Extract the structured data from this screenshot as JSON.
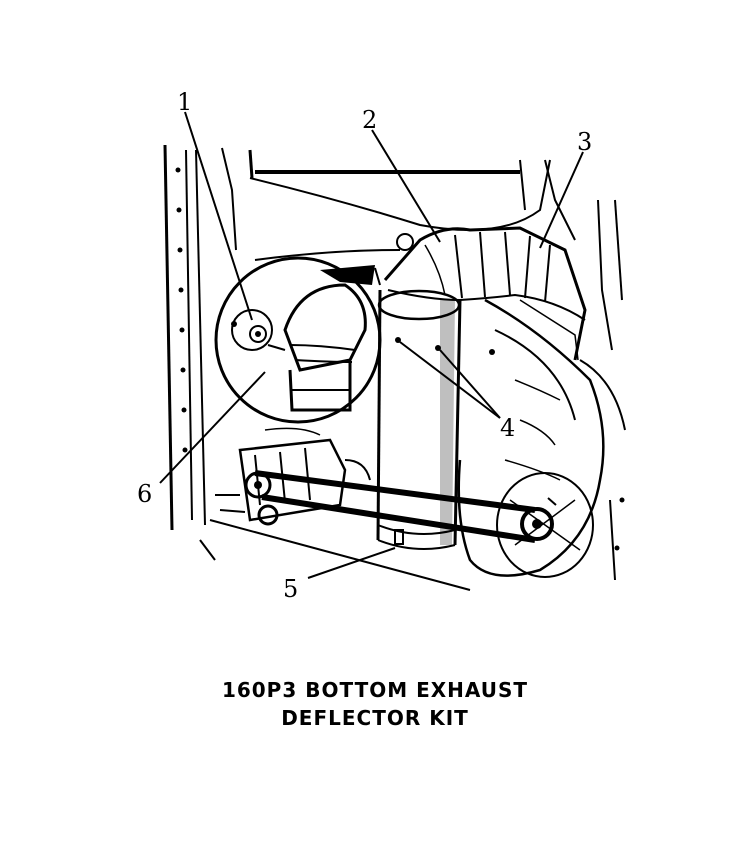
{
  "callouts": {
    "c1": "1",
    "c2": "2",
    "c3": "3",
    "c4": "4",
    "c5": "5",
    "c6": "6"
  },
  "caption": {
    "line1": "160P3 BOTTOM EXHAUST",
    "line2": "DEFLECTOR KIT"
  },
  "colors": {
    "ink": "#000000",
    "paper": "#ffffff"
  }
}
